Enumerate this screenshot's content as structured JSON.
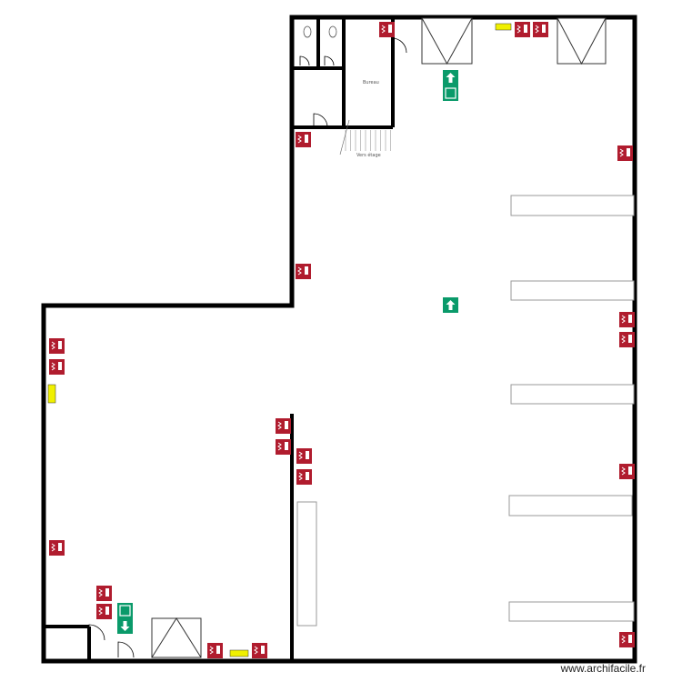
{
  "plan": {
    "room_office_label": "Bureau",
    "stairs_label": "Vers étage",
    "watermark": "www.archifacile.fr"
  },
  "colors": {
    "wall": "#000000",
    "extinguisher": "#b01c2e",
    "exit_sign": "#0a9a6a",
    "tag": "#f0f000",
    "shelf": "#999999"
  },
  "icons": [
    "fire-extinguisher-icon",
    "emergency-exit-icon",
    "toilet-icon",
    "door-icon",
    "loading-dock-icon"
  ]
}
